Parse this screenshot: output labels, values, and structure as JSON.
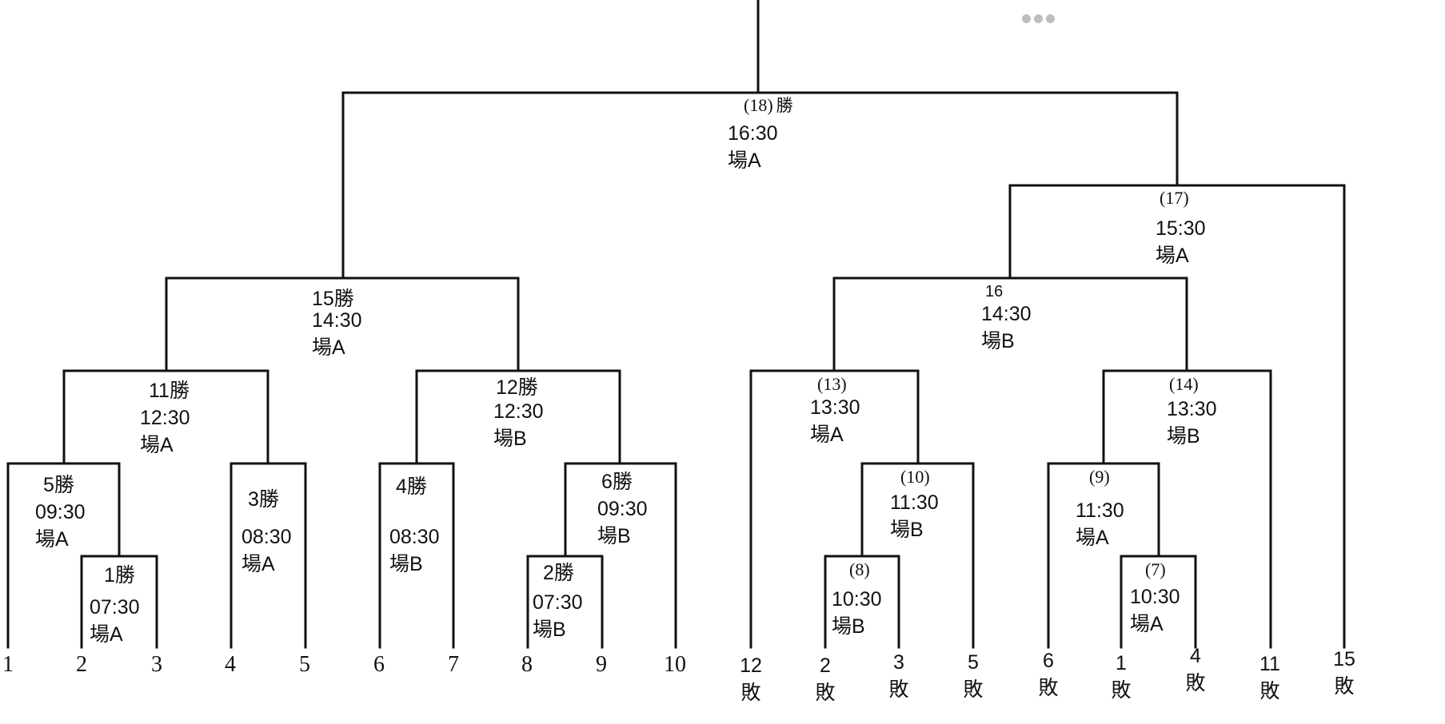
{
  "menu_icon": "more-horizontal-icon",
  "winners_bracket": {
    "seeds": [
      "1",
      "2",
      "3",
      "4",
      "5",
      "6",
      "7",
      "8",
      "9",
      "10"
    ],
    "matches": {
      "m1": {
        "id": "1勝",
        "time": "07:30",
        "venue": "場A"
      },
      "m2": {
        "id": "2勝",
        "time": "07:30",
        "venue": "場B"
      },
      "m3": {
        "id": "3勝",
        "time": "08:30",
        "venue": "場A"
      },
      "m4": {
        "id": "4勝",
        "time": "08:30",
        "venue": "場B"
      },
      "m5": {
        "id": "5勝",
        "time": "09:30",
        "venue": "場A"
      },
      "m6": {
        "id": "6勝",
        "time": "09:30",
        "venue": "場B"
      },
      "m11": {
        "id": "11勝",
        "time": "12:30",
        "venue": "場A"
      },
      "m12": {
        "id": "12勝",
        "time": "12:30",
        "venue": "場B"
      },
      "m15": {
        "id": "15勝",
        "time": "14:30",
        "venue": "場A"
      }
    }
  },
  "final": {
    "id": "(18)",
    "suffix": "勝",
    "time": "16:30",
    "venue": "場A"
  },
  "losers_bracket": {
    "entries": [
      {
        "num": "12",
        "label": "敗"
      },
      {
        "num": "2",
        "label": "敗"
      },
      {
        "num": "3",
        "label": "敗"
      },
      {
        "num": "5",
        "label": "敗"
      },
      {
        "num": "6",
        "label": "敗"
      },
      {
        "num": "1",
        "label": "敗"
      },
      {
        "num": "4",
        "label": "敗"
      },
      {
        "num": "11",
        "label": "敗"
      },
      {
        "num": "15",
        "label": "敗"
      }
    ],
    "matches": {
      "m7": {
        "id": "(7)",
        "time": "10:30",
        "venue": "場A"
      },
      "m8": {
        "id": "(8)",
        "time": "10:30",
        "venue": "場B"
      },
      "m9": {
        "id": "(9)",
        "time": "11:30",
        "venue": "場A"
      },
      "m10": {
        "id": "(10)",
        "time": "11:30",
        "venue": "場B"
      },
      "m13": {
        "id": "(13)",
        "time": "13:30",
        "venue": "場A"
      },
      "m14": {
        "id": "(14)",
        "time": "13:30",
        "venue": "場B"
      },
      "m16": {
        "id": "16",
        "time": "14:30",
        "venue": "場B"
      },
      "m17": {
        "id": "(17)",
        "time": "15:30",
        "venue": "場A"
      }
    }
  }
}
